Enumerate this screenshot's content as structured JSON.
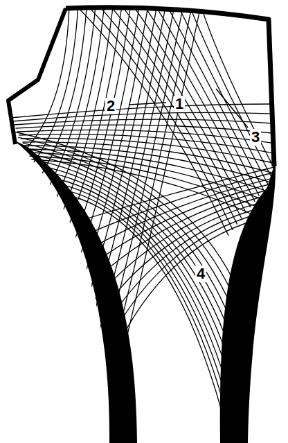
{
  "diagram": {
    "labels": [
      "2",
      "1",
      "3",
      "4"
    ]
  }
}
